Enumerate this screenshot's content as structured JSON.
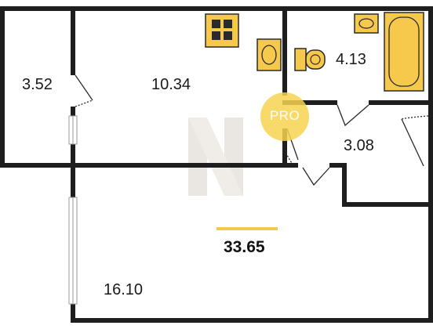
{
  "rooms": [
    {
      "id": "storage",
      "area": "3.52"
    },
    {
      "id": "kitchen",
      "area": "10.34"
    },
    {
      "id": "bathroom",
      "area": "4.13"
    },
    {
      "id": "hallway",
      "area": "3.08"
    },
    {
      "id": "living-room",
      "area": "16.10"
    }
  ],
  "total_area": "33.65",
  "badge": {
    "text": "PRO"
  },
  "colors": {
    "wall": "#1e1e1e",
    "fixture_fill": "#f6c84c",
    "fixture_stroke": "#2a2a2a",
    "accent_bar": "#f2c94c",
    "watermark": "#d9d2cc"
  }
}
